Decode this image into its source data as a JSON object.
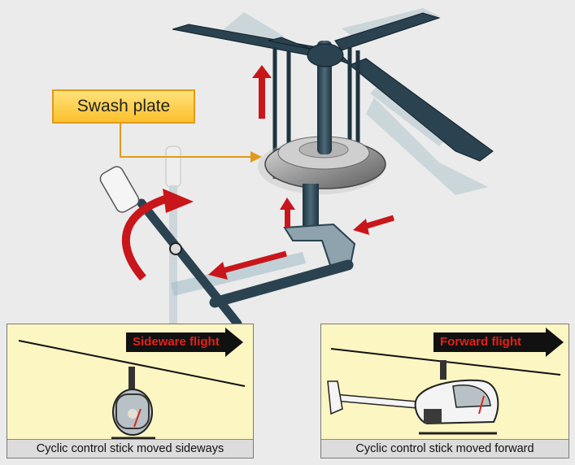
{
  "callout": {
    "label": "Swash plate"
  },
  "panels": [
    {
      "tag": "Sideware flight",
      "caption": "Cyclic control stick moved sideways"
    },
    {
      "tag": "Forward flight",
      "caption": "Cyclic control stick moved forward"
    }
  ],
  "colors": {
    "arrow_red": "#c8161b",
    "callout_fill": "#fbc02d",
    "callout_border": "#e39a1a",
    "panel_fill": "#fcf6c2",
    "metal_dark": "#2b4250"
  }
}
